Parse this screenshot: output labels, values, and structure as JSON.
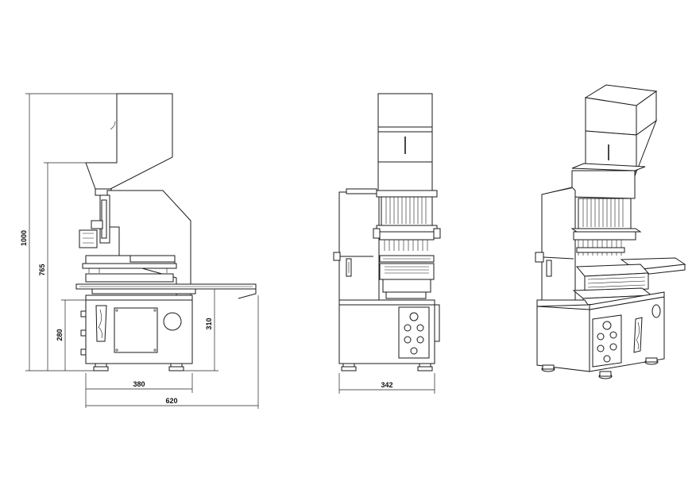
{
  "dimensions": {
    "total_height": "1000",
    "working_height": "765",
    "table_height": "280",
    "cabinet_height": "310",
    "cabinet_width": "380",
    "total_width": "620",
    "side_width": "342"
  },
  "colors": {
    "line": "#1a1a1a",
    "background": "#ffffff"
  }
}
